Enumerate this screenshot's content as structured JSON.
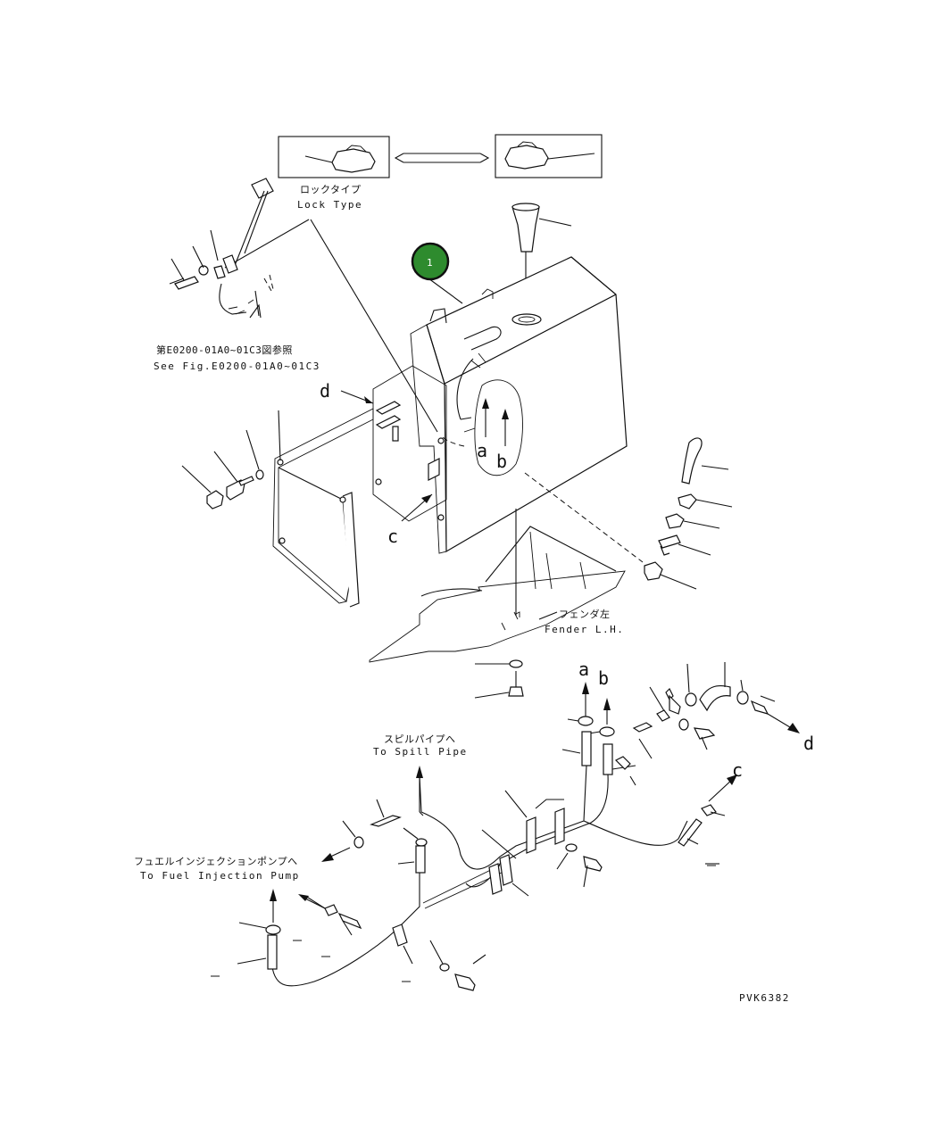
{
  "labels": {
    "lock_type_jp": "ロックタイプ",
    "lock_type_en": "Lock Type",
    "see_fig_jp": "第E0200-01A0~01C3図参照",
    "see_fig_en": "See Fig.E0200-01A0~01C3",
    "fender_jp": "フェンダ左",
    "fender_en": "Fender L.H.",
    "spill_jp": "スピルパイプへ",
    "spill_en": "To Spill Pipe",
    "pump_jp": "フュエルインジェクションポンプへ",
    "pump_en": "To Fuel Injection Pump",
    "code": "PVK6382"
  },
  "callout": {
    "number": "1",
    "color": "#2e8b2e"
  },
  "refs": {
    "a": "a",
    "b": "b",
    "c": "c",
    "d": "d"
  }
}
